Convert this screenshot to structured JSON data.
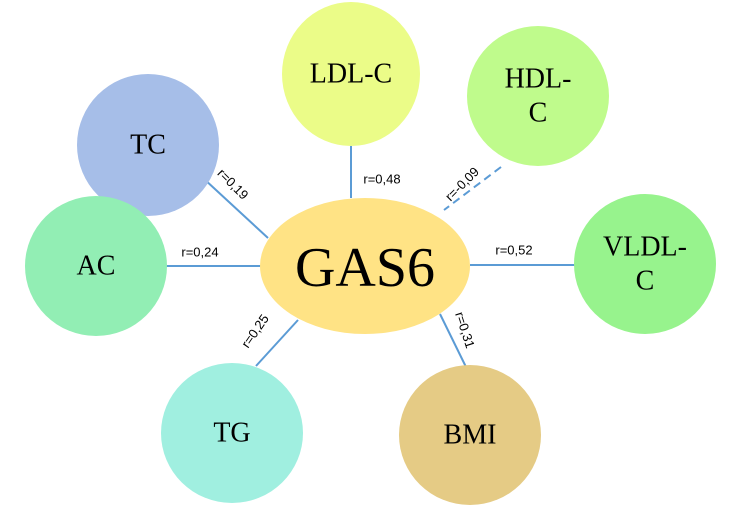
{
  "diagram": {
    "center": {
      "id": "GAS6",
      "label": "GAS6",
      "color": "#FFE385"
    },
    "nodes": [
      {
        "id": "TC",
        "lines": [
          "TC"
        ],
        "color": "#A6BEE8"
      },
      {
        "id": "LDL-C",
        "lines": [
          "LDL-C"
        ],
        "color": "#EBFC88"
      },
      {
        "id": "HDL-C",
        "lines": [
          "HDL-",
          "C"
        ],
        "color": "#BFFB8C"
      },
      {
        "id": "AC",
        "lines": [
          "AC"
        ],
        "color": "#92EEB4"
      },
      {
        "id": "VLDL-C",
        "lines": [
          "VLDL-",
          "C"
        ],
        "color": "#97F38D"
      },
      {
        "id": "TG",
        "lines": [
          "TG"
        ],
        "color": "#A0EFE0"
      },
      {
        "id": "BMI",
        "lines": [
          "BMI"
        ],
        "color": "#E5CB85"
      }
    ],
    "edges": [
      {
        "to": "TC",
        "label": "r=0,19",
        "r": 0.19,
        "style": "solid"
      },
      {
        "to": "LDL-C",
        "label": "r=0,48",
        "r": 0.48,
        "style": "solid"
      },
      {
        "to": "HDL-C",
        "label": "r=-0,09",
        "r": -0.09,
        "style": "dashed"
      },
      {
        "to": "AC",
        "label": "r=0,24",
        "r": 0.24,
        "style": "solid"
      },
      {
        "to": "VLDL-C",
        "label": "r=0,52",
        "r": 0.52,
        "style": "solid"
      },
      {
        "to": "TG",
        "label": "r=0,25",
        "r": 0.25,
        "style": "solid"
      },
      {
        "to": "BMI",
        "label": "r=0,31",
        "r": 0.31,
        "style": "solid"
      }
    ],
    "edge_color": "#5B9BD5"
  }
}
